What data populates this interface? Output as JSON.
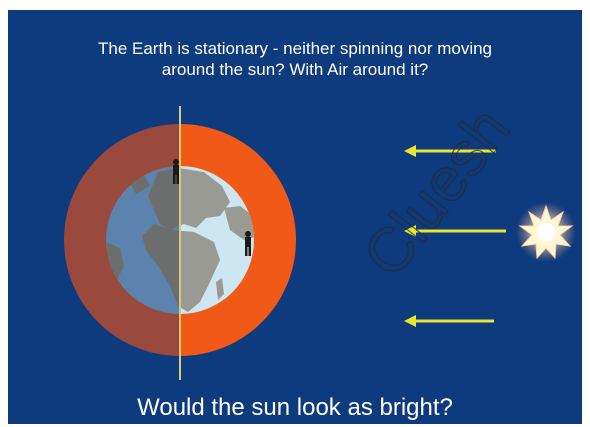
{
  "slide": {
    "title_line1": "The Earth is stationary - neither spinning nor moving",
    "title_line2": "around the sun? With Air around it?",
    "question": "Would the sun look as bright?",
    "watermark": "Cluesh",
    "background": "#0e3a7e"
  },
  "colors": {
    "atmosphere_dark": "#9a4a3c",
    "atmosphere_lit": "#f05a16",
    "ocean_dark": "#5b83ad",
    "ocean_lit": "#cde6f2",
    "land_dark": "#6c6e6e",
    "land_lit": "#9a9a94",
    "axis": "#d8c97a",
    "ray": "#e8e632",
    "sun": "#fff6d6"
  },
  "icons": {
    "sun": "sun-icon",
    "person": "person-icon"
  }
}
